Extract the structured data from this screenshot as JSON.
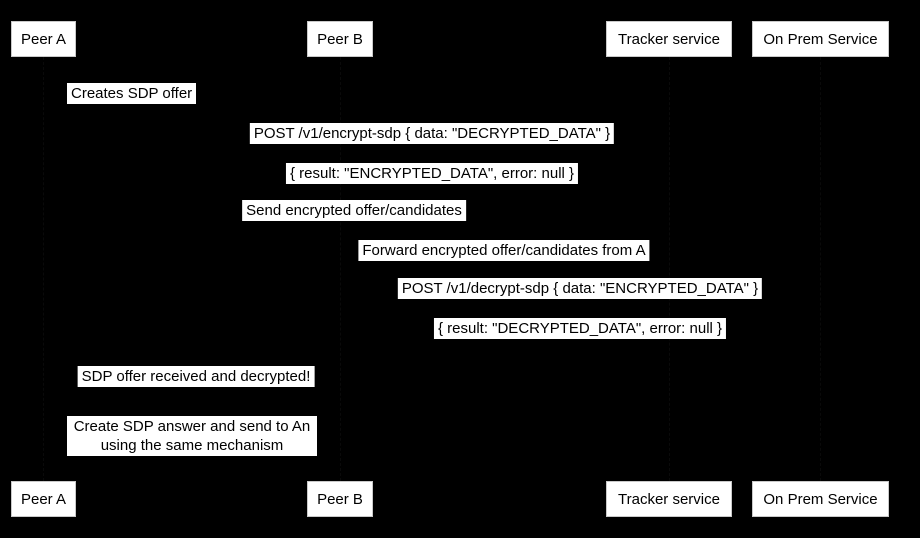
{
  "diagram": {
    "type": "sequence-diagram",
    "background_color": "#000000",
    "box_fill_color": "#ffffff",
    "box_text_color": "#000000",
    "actors": [
      "Peer A",
      "Peer B",
      "Tracker service",
      "On Prem Service"
    ],
    "messages": [
      {
        "text": "Creates SDP offer",
        "from": "Peer A",
        "to": "Peer A"
      },
      {
        "text": "POST /v1/encrypt-sdp { data: \"DECRYPTED_DATA\" }",
        "from": "Peer A",
        "to": "On Prem Service"
      },
      {
        "text": "{ result: \"ENCRYPTED_DATA\", error: null }",
        "from": "On Prem Service",
        "to": "Peer A"
      },
      {
        "text": "Send encrypted offer/candidates",
        "from": "Peer A",
        "to": "Tracker service"
      },
      {
        "text": "Forward encrypted offer/candidates from A",
        "from": "Tracker service",
        "to": "Peer B"
      },
      {
        "text": "POST /v1/decrypt-sdp { data: \"ENCRYPTED_DATA\" }",
        "from": "Peer B",
        "to": "On Prem Service"
      },
      {
        "text": "{ result: \"DECRYPTED_DATA\", error: null }",
        "from": "On Prem Service",
        "to": "Peer B"
      },
      {
        "text": "SDP offer received and decrypted!",
        "from": "Peer B",
        "to": "Peer A"
      }
    ],
    "note": {
      "over": "Peer A, Peer B",
      "line1": "Create SDP answer and send to An",
      "line2": "using the same mechanism"
    }
  }
}
